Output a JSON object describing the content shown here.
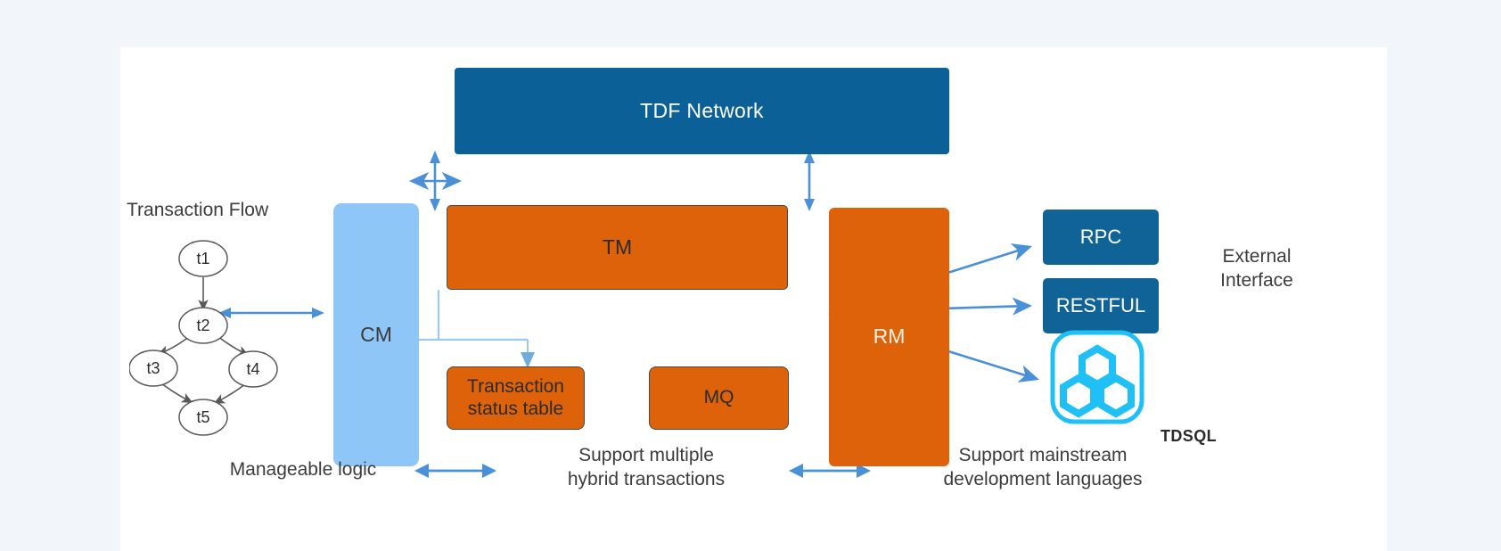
{
  "canvas": {
    "page_background": "#f2f5fa",
    "background": "#ffffff"
  },
  "colors": {
    "dark_blue": "#0b6197",
    "light_blue": "#8fc6f8",
    "orange": "#dd6209",
    "arrow_blue": "#4a90d9",
    "cyan": "#1fc0f5",
    "text_dark": "#3c3c3c"
  },
  "diagram": {
    "title_transaction_flow": "Transaction Flow",
    "nodes": {
      "tdf_network": "TDF Network",
      "cm": "CM",
      "tm": "TM",
      "transaction_status_table": "Transaction\nstatus table",
      "transaction_status_table_line1": "Transaction",
      "transaction_status_table_line2": "status table",
      "mq": "MQ",
      "rm": "RM",
      "rpc": "RPC",
      "restful": "RESTFUL",
      "tdsql": "TDSQL"
    },
    "dag": {
      "nodes": [
        {
          "id": "t1",
          "label": "t1"
        },
        {
          "id": "t2",
          "label": "t2"
        },
        {
          "id": "t3",
          "label": "t3"
        },
        {
          "id": "t4",
          "label": "t4"
        },
        {
          "id": "t5",
          "label": "t5"
        }
      ],
      "edges": [
        {
          "from": "t1",
          "to": "t2"
        },
        {
          "from": "t2",
          "to": "t3"
        },
        {
          "from": "t2",
          "to": "t4"
        },
        {
          "from": "t3",
          "to": "t5"
        },
        {
          "from": "t4",
          "to": "t5"
        }
      ]
    },
    "side_labels": {
      "external_interface_line1": "External",
      "external_interface_line2": "Interface"
    },
    "footer": {
      "left": "Manageable logic",
      "middle_line1": "Support multiple",
      "middle_line2": "hybrid transactions",
      "right_line1": "Support mainstream",
      "right_line2": "development languages"
    }
  }
}
